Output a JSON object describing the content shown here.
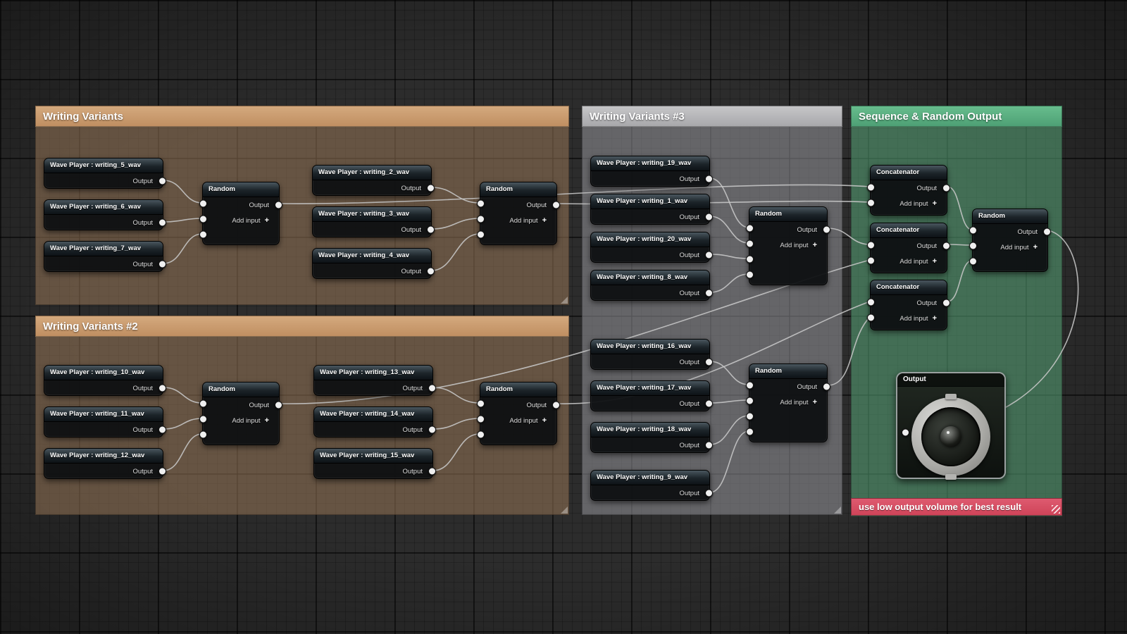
{
  "comments": {
    "wv1": "Writing Variants",
    "wv2": "Writing Variants #2",
    "wv3": "Writing Variants #3",
    "seq": "Sequence & Random Output",
    "note": "use low output volume for best result"
  },
  "labels": {
    "output": "Output",
    "add_input": "Add input",
    "plus": "+",
    "random": "Random",
    "concatenator": "Concatenator",
    "output_node": "Output"
  },
  "wave_players": {
    "w5": "Wave Player : writing_5_wav",
    "w6": "Wave Player : writing_6_wav",
    "w7": "Wave Player : writing_7_wav",
    "w2": "Wave Player : writing_2_wav",
    "w3": "Wave Player : writing_3_wav",
    "w4": "Wave Player : writing_4_wav",
    "w10": "Wave Player : writing_10_wav",
    "w11": "Wave Player : writing_11_wav",
    "w12": "Wave Player : writing_12_wav",
    "w13": "Wave Player : writing_13_wav",
    "w14": "Wave Player : writing_14_wav",
    "w15": "Wave Player : writing_15_wav",
    "w19": "Wave Player : writing_19_wav",
    "w1": "Wave Player : writing_1_wav",
    "w20": "Wave Player : writing_20_wav",
    "w8": "Wave Player : writing_8_wav",
    "w16": "Wave Player : writing_16_wav",
    "w17": "Wave Player : writing_17_wav",
    "w18": "Wave Player : writing_18_wav",
    "w9": "Wave Player : writing_9_wav"
  }
}
